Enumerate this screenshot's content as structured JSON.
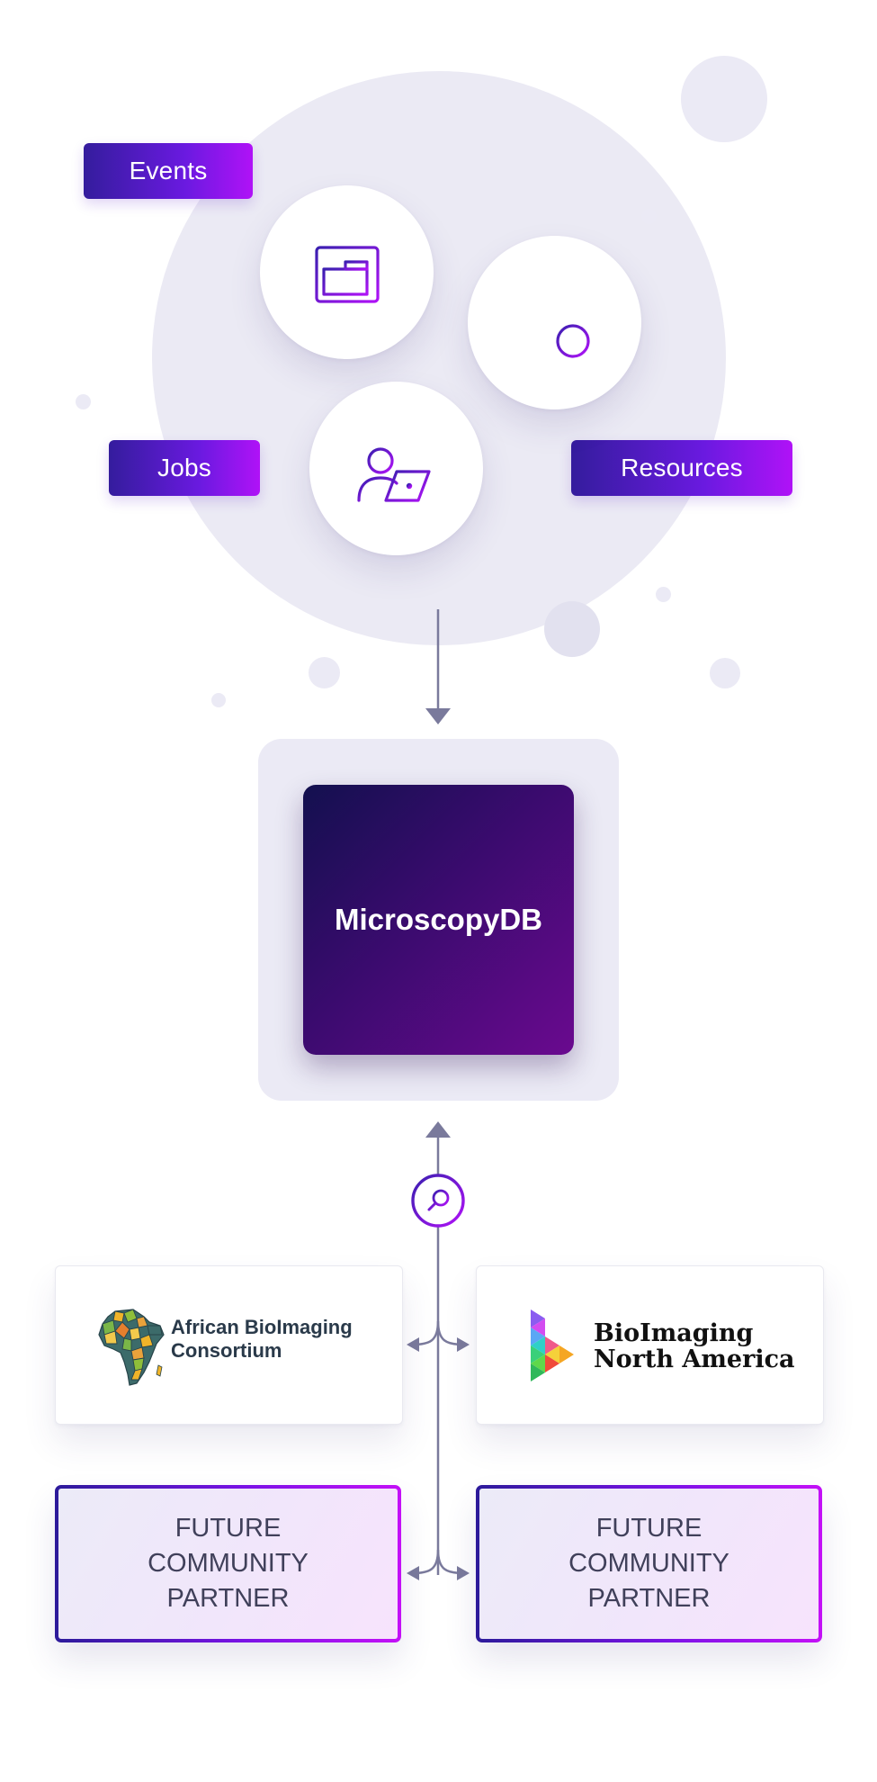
{
  "tags": {
    "events": "Events",
    "jobs": "Jobs",
    "resources": "Resources"
  },
  "database": {
    "label": "MicroscopyDB"
  },
  "partners": [
    {
      "line1": "African BioImaging",
      "line2": "Consortium"
    },
    {
      "line1": "BioImaging",
      "line2": "North America"
    }
  ],
  "future_partners": [
    {
      "line1": "FUTURE",
      "line2": "COMMUNITY",
      "line3": "PARTNER"
    },
    {
      "line1": "FUTURE",
      "line2": "COMMUNITY",
      "line3": "PARTNER"
    }
  ],
  "icons": {
    "events": "calendar-icon",
    "resources": "list-add-icon",
    "jobs": "person-laptop-icon",
    "search": "search-icon"
  },
  "colors": {
    "accent_dark": "#341c9d",
    "accent_bright": "#b012f7",
    "connector": "#7a7a9c",
    "bubble": "#ebeaf5"
  }
}
